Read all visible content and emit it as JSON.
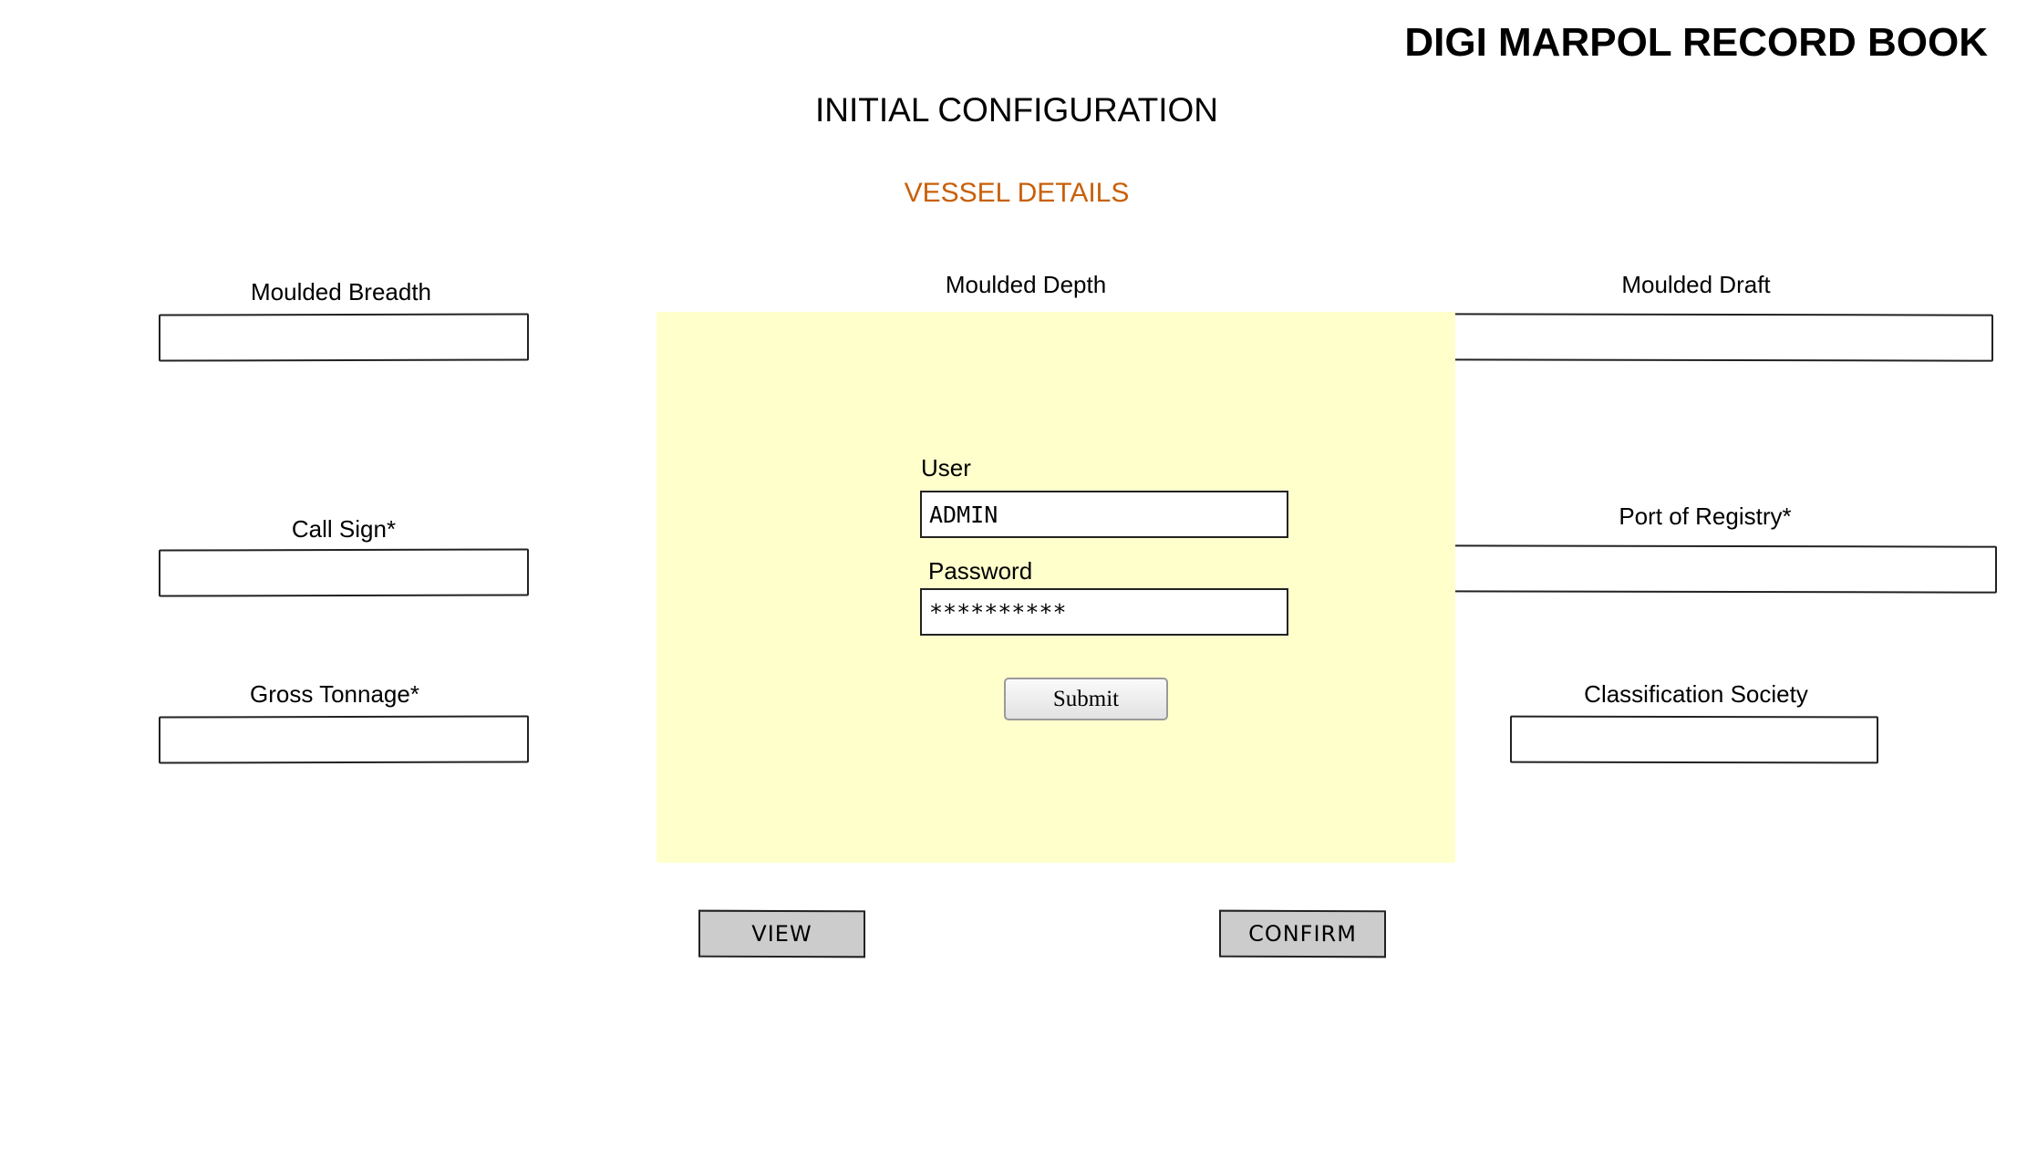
{
  "header": {
    "app_title": "DIGI MARPOL RECORD BOOK",
    "page_title": "INITIAL CONFIGURATION",
    "section_title": "VESSEL DETAILS"
  },
  "form": {
    "moulded_breadth": {
      "label": "Moulded Breadth",
      "value": ""
    },
    "moulded_depth": {
      "label": "Moulded Depth",
      "value": ""
    },
    "moulded_draft": {
      "label": "Moulded Draft",
      "value": ""
    },
    "call_sign": {
      "label": "Call Sign*",
      "value": ""
    },
    "port_of_registry": {
      "label": "Port of Registry*",
      "value": ""
    },
    "gross_tonnage": {
      "label": "Gross Tonnage*",
      "value": ""
    },
    "classification_society": {
      "label": "Classification Society",
      "value": ""
    }
  },
  "login_modal": {
    "user_label": "User",
    "user_value": "ADMIN",
    "password_label": "Password",
    "password_value": "**********",
    "submit_label": "Submit"
  },
  "actions": {
    "view_label": "VIEW",
    "confirm_label": "CONFIRM"
  },
  "colors": {
    "section_title": "#c8600a",
    "modal_background": "#ffffcc",
    "sketch_button": "#cccccc"
  }
}
